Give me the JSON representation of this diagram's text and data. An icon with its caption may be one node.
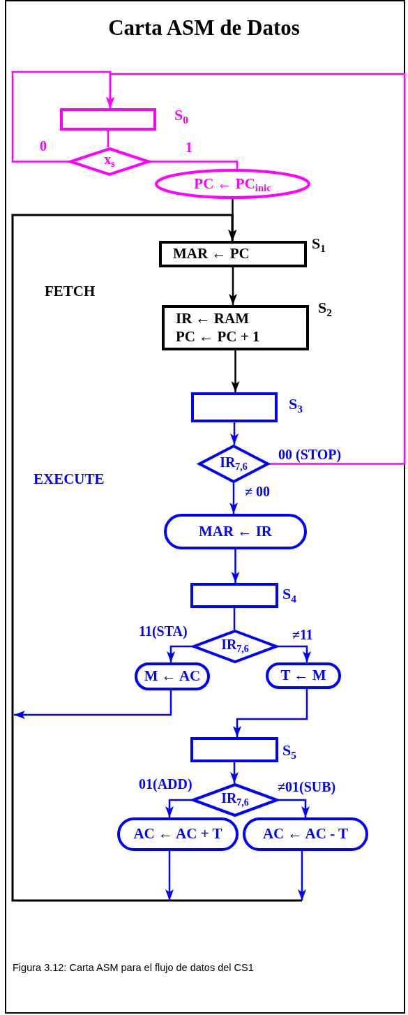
{
  "diagram": {
    "title": "Carta ASM de Datos",
    "caption": "Figura 3.12: Carta ASM para el flujo de datos del CS1",
    "nodes": [
      {
        "text": [],
        "shape": "box",
        "beside": [
          "S$_{0}$"
        ]
      },
      {
        "text": [
          "x$_{s}$"
        ]
      },
      {
        "text": [
          "PC ← PC$_{inic}$"
        ]
      },
      {
        "text": [
          "MAR ←  PC"
        ],
        "beside": [
          "S$_{1}$"
        ]
      },
      {
        "text": [
          "IR ←  RAM",
          "PC ←  PC + 1"
        ],
        "beside": [
          "S$_{2}$"
        ]
      },
      {
        "text": [],
        "shape": "box",
        "beside": [
          "S$_{3}$"
        ]
      },
      {
        "text": [
          "IR$_{7,6}$"
        ]
      },
      {
        "text": [
          "MAR ←  IR"
        ]
      },
      {
        "text": [],
        "shape": "box",
        "beside": [
          "S$_{4}$"
        ]
      },
      {
        "text": [
          "IR$_{7,6}$"
        ]
      },
      {
        "text": [
          "M ← AC"
        ]
      },
      {
        "text": [
          "T ← M"
        ]
      },
      {
        "text": [],
        "shape": "box",
        "beside": [
          "S$_{5}$"
        ]
      },
      {
        "text": [
          "IR$_{7,6}$"
        ]
      },
      {
        "text": [
          "AC ← AC + T"
        ]
      },
      {
        "text": [
          "AC ← AC - T"
        ]
      }
    ],
    "edges": [
      {
        "from": 0,
        "to": 1,
        "arrow": "none",
        "color": "#ff00ff"
      },
      {
        "from": 1,
        "to": 0,
        "arrow": "to",
        "label": "0",
        "color": "#ff00ff"
      },
      {
        "from": 1,
        "to": 2,
        "arrow": "none",
        "label": "1",
        "color": "#ff00ff"
      },
      {
        "from": 2,
        "to": 3,
        "arrow": "to",
        "color": "#000000"
      },
      {
        "from": 3,
        "to": 4,
        "arrow": "to",
        "color": "#000000"
      },
      {
        "from": 4,
        "to": 5,
        "arrow": "to",
        "color": "#000000"
      },
      {
        "from": 5,
        "to": 6,
        "arrow": "to"
      },
      {
        "from": 6,
        "to": 0,
        "arrow": "to",
        "label": "00 (STOP)",
        "color": "#ff00ff"
      },
      {
        "from": 6,
        "to": 7,
        "arrow": "to",
        "label": "≠ 00"
      },
      {
        "from": 7,
        "to": 8,
        "arrow": "to"
      },
      {
        "from": 8,
        "to": 9,
        "arrow": "none"
      },
      {
        "from": 9,
        "to": 10,
        "arrow": "to",
        "label": "11(STA)"
      },
      {
        "from": 9,
        "to": 11,
        "arrow": "to",
        "label": "≠11"
      },
      {
        "from": 10,
        "to": 3,
        "arrow": "to",
        "color": "#000000"
      },
      {
        "from": 11,
        "to": 12,
        "arrow": "to"
      },
      {
        "from": 12,
        "to": 13,
        "arrow": "to"
      },
      {
        "from": 13,
        "to": 14,
        "arrow": "to",
        "label": "01(ADD)"
      },
      {
        "from": 13,
        "to": 15,
        "arrow": "to",
        "label": "≠01(SUB)"
      },
      {
        "from": 14,
        "to": 3,
        "arrow": "to",
        "color": "#000000"
      },
      {
        "from": 15,
        "to": 3,
        "arrow": "to",
        "color": "#000000"
      }
    ],
    "labels": [
      "FETCH",
      "EXECUTE"
    ]
  }
}
